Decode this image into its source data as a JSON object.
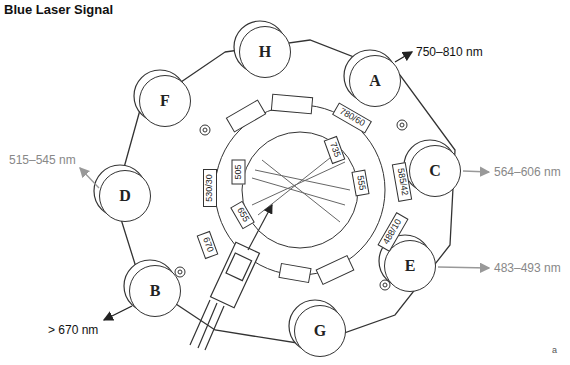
{
  "diagram": {
    "title": "Blue Laser Signal",
    "nodes": [
      {
        "text": [
          "H"
        ]
      },
      {
        "text": [
          "F"
        ]
      },
      {
        "text": [
          "A"
        ]
      },
      {
        "text": [
          "D"
        ]
      },
      {
        "text": [
          "C"
        ]
      },
      {
        "text": [
          "B"
        ]
      },
      {
        "text": [
          "E"
        ]
      },
      {
        "text": [
          "G"
        ]
      },
      {
        "text": [
          "780/60"
        ]
      },
      {
        "text": [
          "735"
        ]
      },
      {
        "text": [
          "585/42"
        ]
      },
      {
        "text": [
          "555"
        ]
      },
      {
        "text": [
          "530/30"
        ]
      },
      {
        "text": [
          "505"
        ]
      },
      {
        "text": [
          "655"
        ]
      },
      {
        "text": [
          "670"
        ]
      },
      {
        "text": [
          "488/10"
        ]
      }
    ],
    "labels": [
      "750–810 nm",
      "564–606 nm",
      "515–545 nm",
      "483–493 nm",
      "> 670 nm",
      "a"
    ]
  }
}
